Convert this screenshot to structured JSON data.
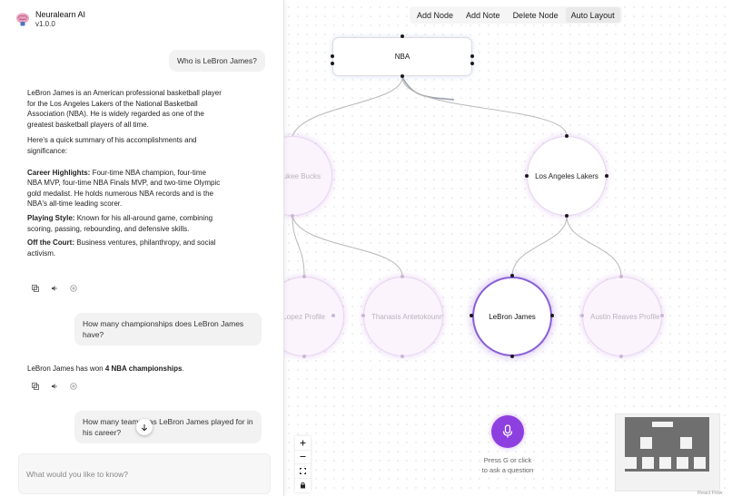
{
  "app": {
    "name": "Neuralearn AI",
    "version": "v1.0.0"
  },
  "toolbar": {
    "add_node": "Add Node",
    "add_note": "Add Note",
    "delete_node": "Delete Node",
    "auto_layout": "Auto Layout"
  },
  "chat": {
    "q1": "Who is LeBron James?",
    "a1": {
      "intro": "LeBron James is an American professional basketball player for the Los Angeles Lakers of the National Basketball Association (NBA). He is widely regarded as one of the greatest basketball players of all time.",
      "summary": "Here's a quick summary of his accomplishments and significance:",
      "career_label": "Career Highlights:",
      "career_text": " Four-time NBA champion, four-time NBA MVP, four-time NBA Finals MVP, and two-time Olympic gold medalist. He holds numerous NBA records and is the NBA's all-time leading scorer.",
      "style_label": "Playing Style:",
      "style_text": " Known for his all-around game, combining scoring, passing, rebounding, and defensive skills.",
      "court_label": "Off the Court:",
      "court_text": " Business ventures, philanthropy, and social activism."
    },
    "q2": "How many championships does LeBron James have?",
    "a2": {
      "prefix": "LeBron James has won ",
      "bold": "4 NBA championships",
      "suffix": "."
    },
    "q3": "How many teams has LeBron James played for in his career?",
    "input_placeholder": "What would you like to know?"
  },
  "graph": {
    "root": "NBA",
    "left_team": "Milwaukee Bucks",
    "right_team": "Los Angeles Lakers",
    "player_1": "Brook Lopez Profile",
    "player_2": "Thanasis Antetokounmpo",
    "player_3": "LeBron James",
    "player_4": "Austin Reaves Profile"
  },
  "voice": {
    "hint_line1": "Press G or click",
    "hint_line2": "to ask a question"
  },
  "attribution": "React Flow"
}
